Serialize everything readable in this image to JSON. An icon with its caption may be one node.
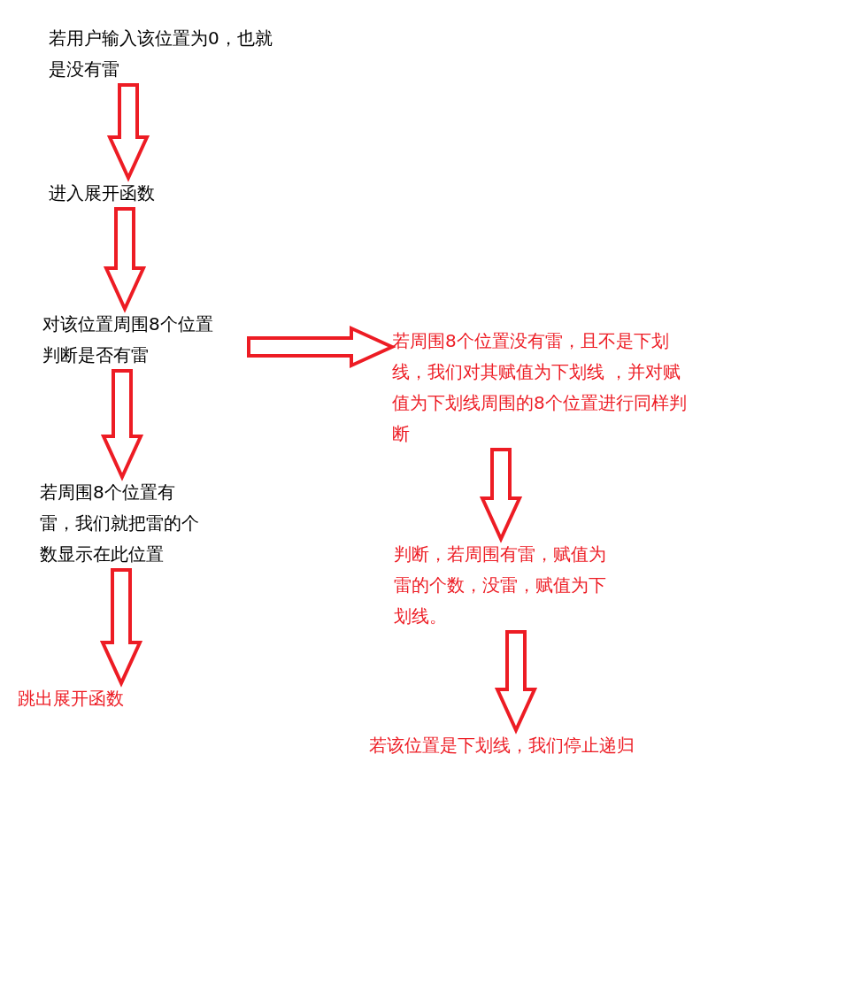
{
  "diagram": {
    "nodes": [
      {
        "text": [
          "若用户输入该位置为0，也就是没有雷"
        ]
      },
      {
        "text": [
          "进入展开函数"
        ]
      },
      {
        "text": [
          "对该位置周围8个位置判断是否有雷"
        ]
      },
      {
        "text": [
          "若周围8个位置有雷，我们就把雷的个数显示在此位置"
        ]
      },
      {
        "text": [
          "跳出展开函数"
        ]
      },
      {
        "text": [
          "若周围8个位置没有雷，且不是下划线，我们对其赋值为下划线 ，并对赋值为下划线周围的8个位置进行同样判断"
        ]
      },
      {
        "text": [
          "判断，若周围有雷，赋值为雷的个数，没雷，赋值为下划线。"
        ]
      },
      {
        "text": [
          "若该位置是下划线，我们停止递归"
        ]
      }
    ],
    "edges": [
      {
        "from": 0,
        "to": 1,
        "arrow": "to"
      },
      {
        "from": 1,
        "to": 2,
        "arrow": "to"
      },
      {
        "from": 2,
        "to": 3,
        "arrow": "to"
      },
      {
        "from": 3,
        "to": 4,
        "arrow": "to"
      },
      {
        "from": 2,
        "to": 5,
        "arrow": "to"
      },
      {
        "from": 5,
        "to": 6,
        "arrow": "to"
      },
      {
        "from": 6,
        "to": 7,
        "arrow": "to"
      }
    ]
  }
}
